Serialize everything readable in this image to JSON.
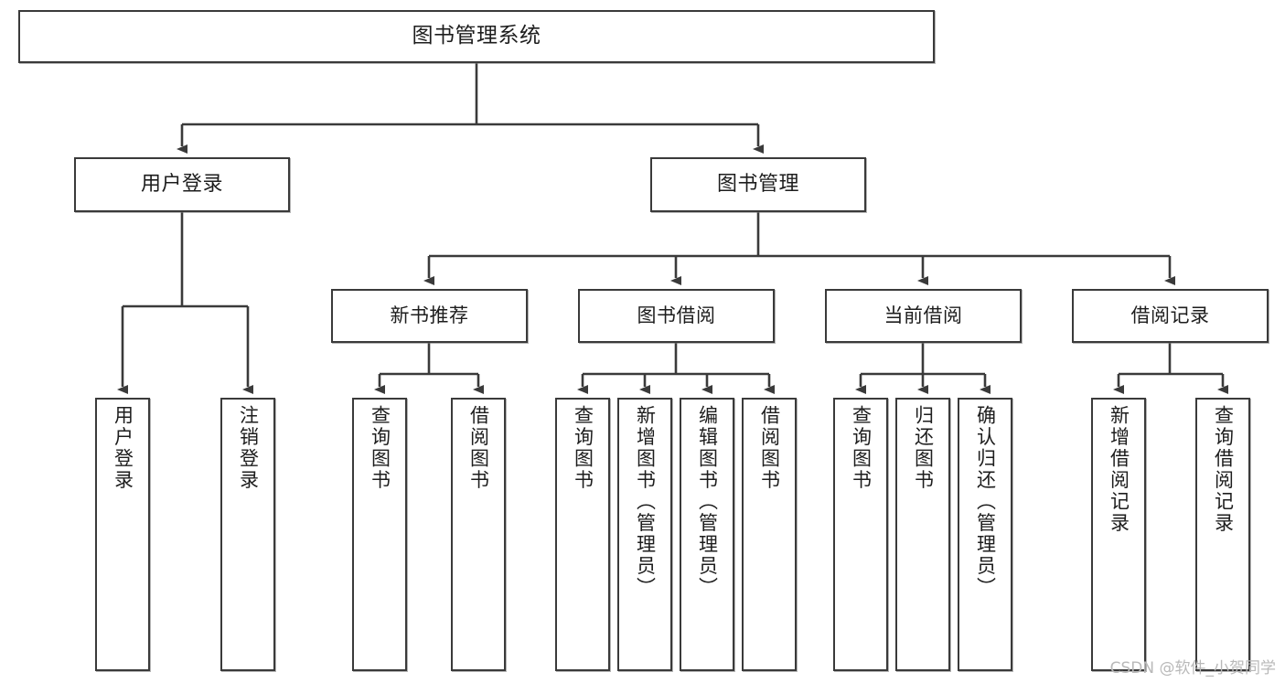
{
  "diagram": {
    "title": "图书管理系统",
    "watermark": "CSDN @软件_小贺同学",
    "colors": {
      "border": "#3a3a3a",
      "text": "#1d1d1d",
      "background": "#ffffff",
      "connector": "#3a3a3a",
      "watermark": "#b9b9b9"
    },
    "root": {
      "label": "图书管理系统"
    },
    "level2": [
      {
        "label": "用户登录"
      },
      {
        "label": "图书管理"
      }
    ],
    "level3": [
      {
        "label": "新书推荐"
      },
      {
        "label": "图书借阅"
      },
      {
        "label": "当前借阅"
      },
      {
        "label": "借阅记录"
      }
    ],
    "leaves": [
      {
        "label": "用户登录"
      },
      {
        "label": "注销登录"
      },
      {
        "label": "查询图书"
      },
      {
        "label": "借阅图书"
      },
      {
        "label": "查询图书"
      },
      {
        "label": "新增图书（管理员）"
      },
      {
        "label": "编辑图书（管理员）"
      },
      {
        "label": "借阅图书"
      },
      {
        "label": "查询图书"
      },
      {
        "label": "归还图书"
      },
      {
        "label": "确认归还（管理员）"
      },
      {
        "label": "新增借阅记录"
      },
      {
        "label": "查询借阅记录"
      }
    ]
  }
}
